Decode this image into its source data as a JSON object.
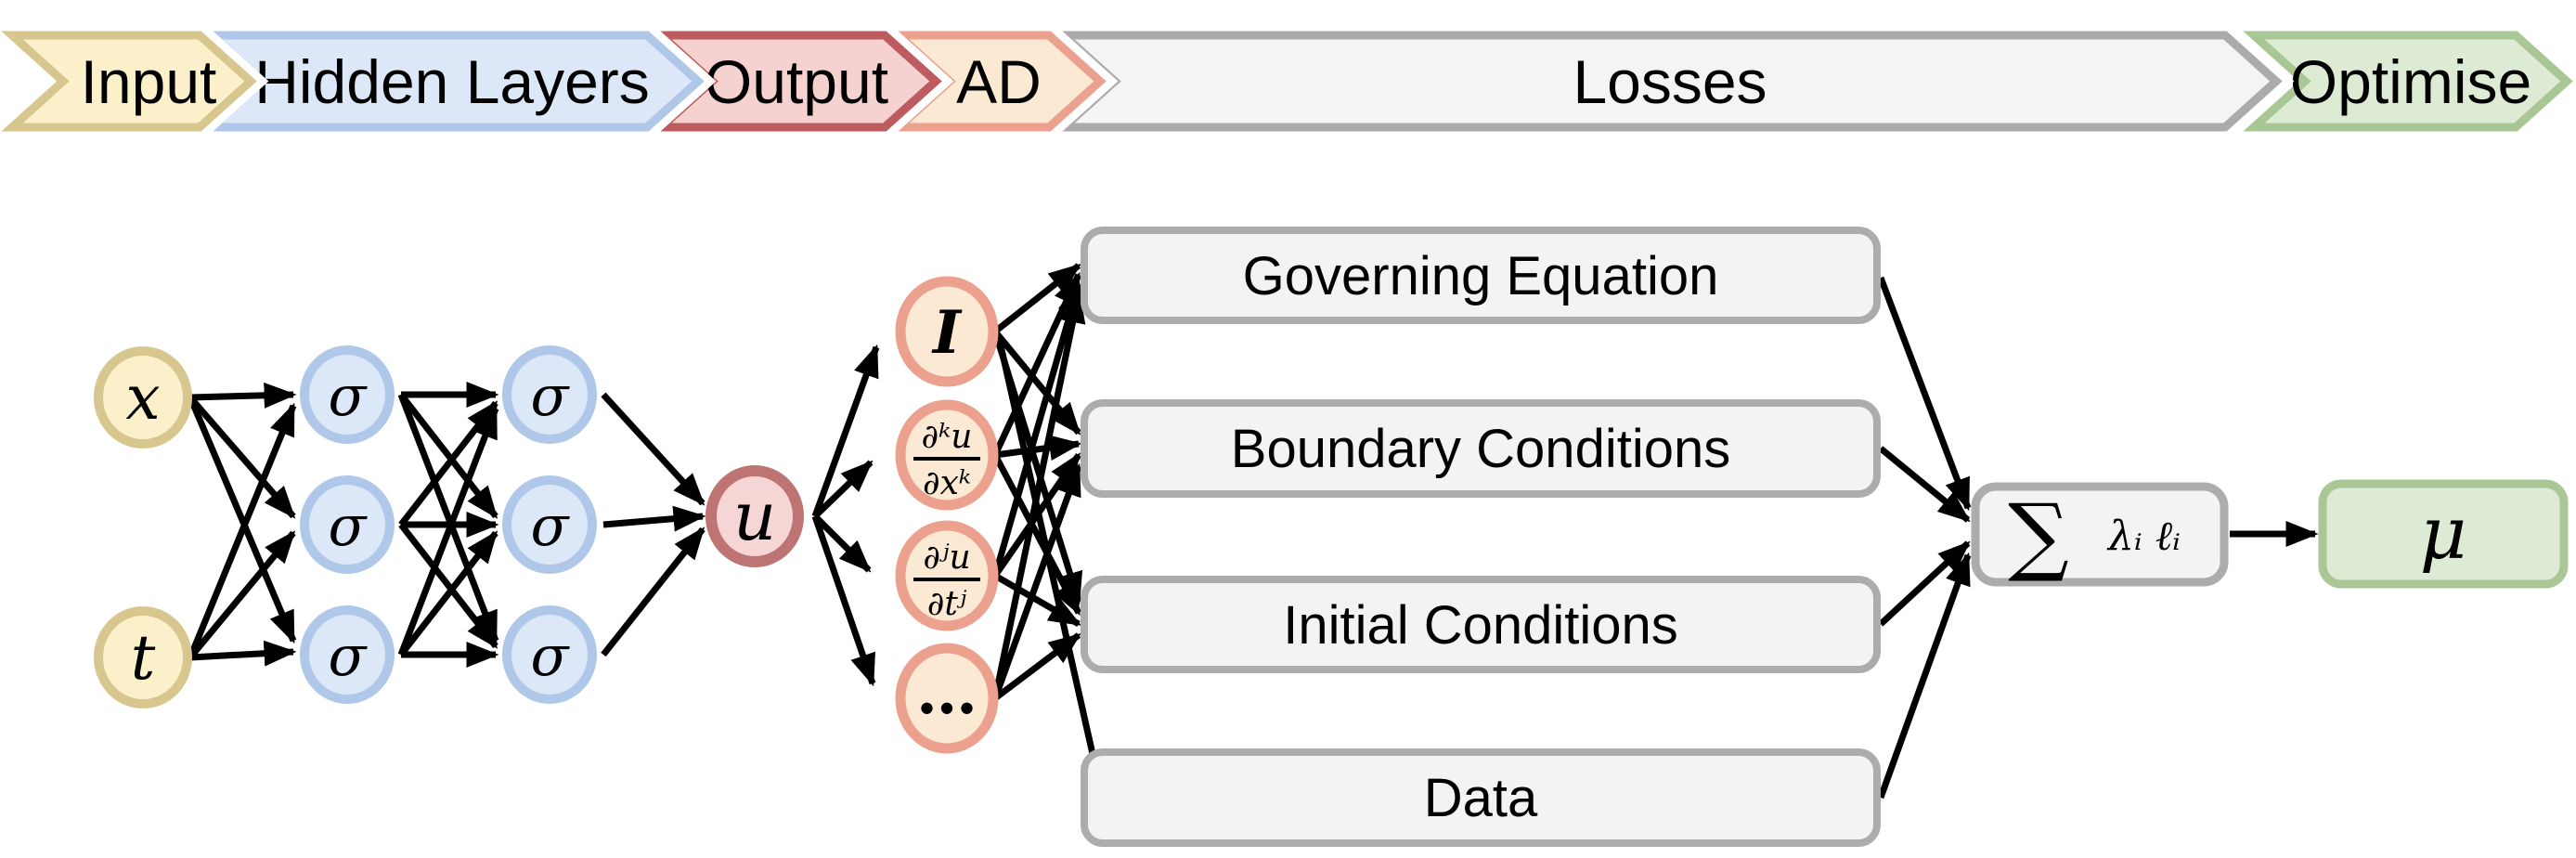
{
  "banner": {
    "segments": [
      {
        "label": "Input",
        "fill": "#FBF0CA",
        "border": "#D7C68E"
      },
      {
        "label": "Hidden Layers",
        "fill": "#DCE7F8",
        "border": "#AFC7E8"
      },
      {
        "label": "Output",
        "fill": "#F5D1CF",
        "border": "#BE5B5E"
      },
      {
        "label": "AD",
        "fill": "#FCE9D4",
        "border": "#EBA18E"
      },
      {
        "label": "Losses",
        "fill": "#F4F4F4",
        "border": "#ABABAB"
      },
      {
        "label": "Optimise",
        "fill": "#DDEAD4",
        "border": "#A9C794"
      }
    ]
  },
  "network": {
    "input_nodes": [
      {
        "label": "x"
      },
      {
        "label": "t"
      }
    ],
    "activation_label": "σ",
    "output_label": "u"
  },
  "autodiff": {
    "nodes": [
      {
        "label": "I"
      },
      {
        "numerator": "∂ᵏu",
        "denominator": "∂xᵏ"
      },
      {
        "numerator": "∂ʲu",
        "denominator": "∂tʲ"
      },
      {
        "label": "…"
      }
    ]
  },
  "losses": {
    "boxes": [
      {
        "label": "Governing Equation"
      },
      {
        "label": "Boundary Conditions"
      },
      {
        "label": "Initial Conditions"
      },
      {
        "label": "Data"
      }
    ]
  },
  "aggregation": {
    "sum_symbol": "∑",
    "weights_label": "λᵢ ℓᵢ"
  },
  "optimiser": {
    "label": "μ"
  },
  "colors": {
    "input_fill": "#FBF0CA",
    "input_border": "#D7C68E",
    "hidden_fill": "#DCE7F8",
    "hidden_border": "#AFC7E8",
    "output_fill": "#F6D6D4",
    "output_border": "#BF7474",
    "ad_fill": "#FCE9D4",
    "ad_border": "#EBA18E",
    "loss_fill": "#F3F3F3",
    "loss_border": "#ACACAC",
    "green_fill": "#DDEAD4",
    "green_border": "#A9C794",
    "arrow": "#000000"
  }
}
